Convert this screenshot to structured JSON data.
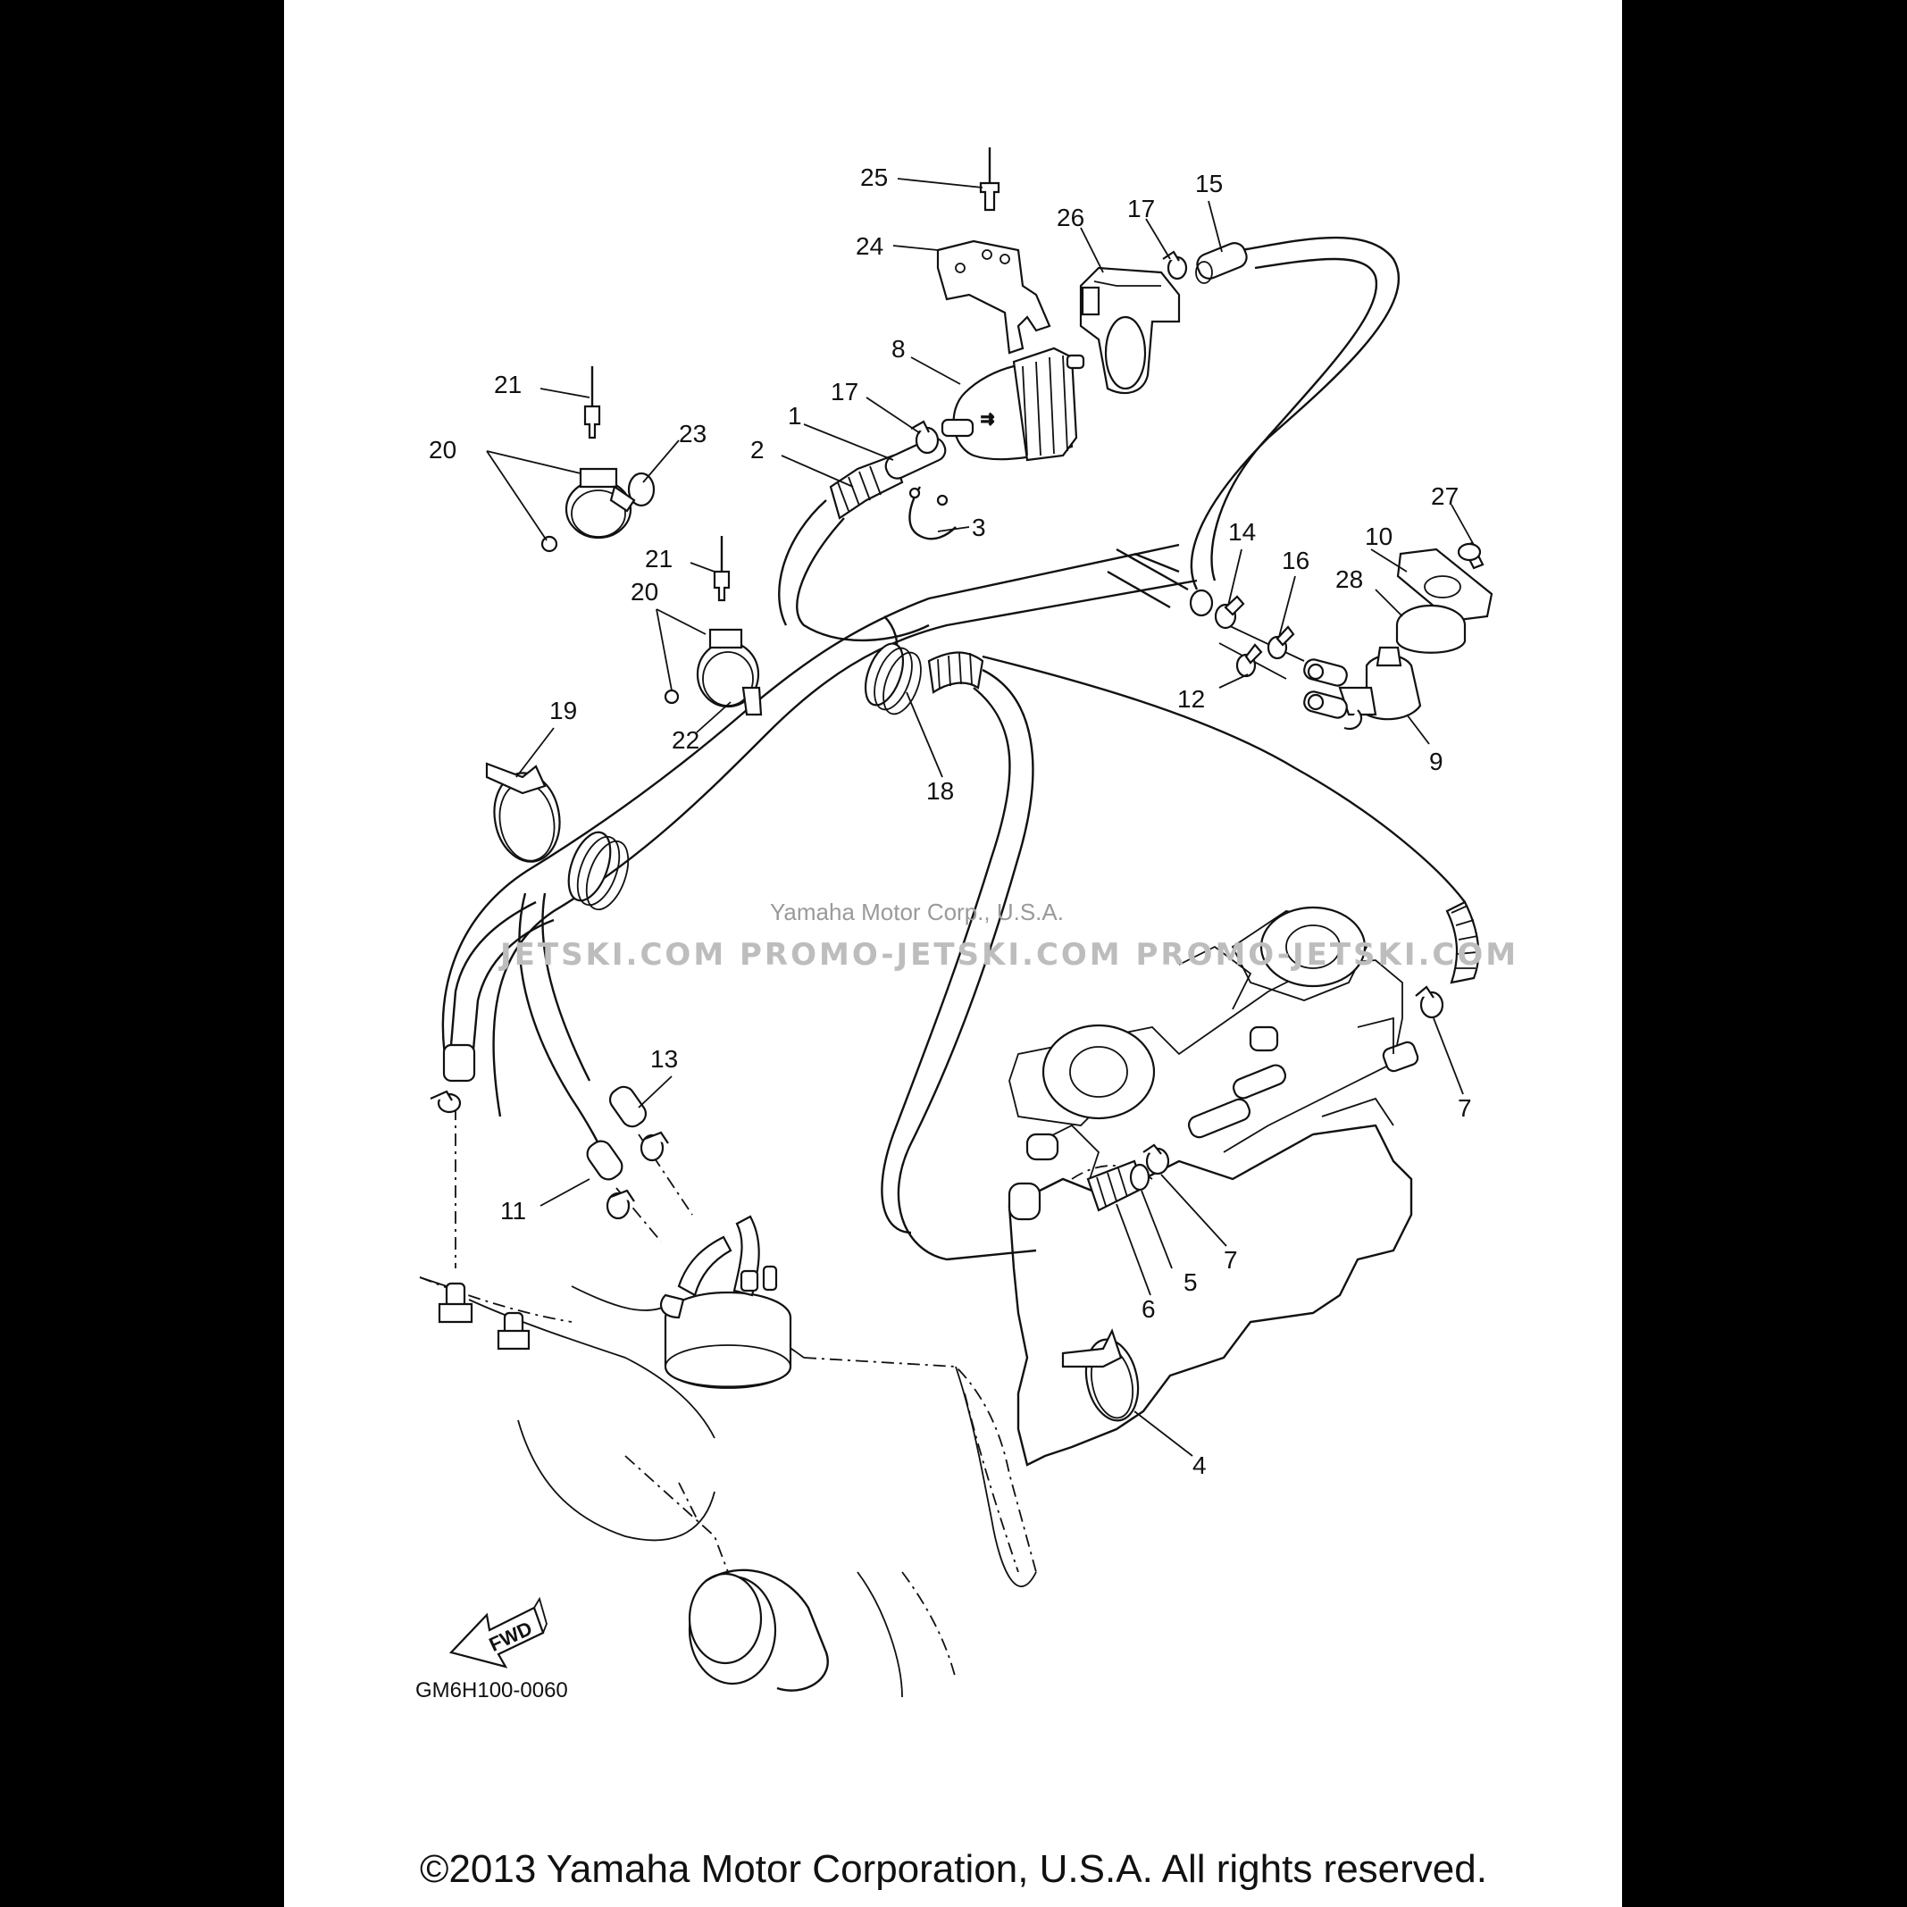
{
  "diagram": {
    "callouts": [
      {
        "id": "c25",
        "text": "25"
      },
      {
        "id": "c24",
        "text": "24"
      },
      {
        "id": "c26",
        "text": "26"
      },
      {
        "id": "c17a",
        "text": "17"
      },
      {
        "id": "c15",
        "text": "15"
      },
      {
        "id": "c8",
        "text": "8"
      },
      {
        "id": "c17b",
        "text": "17"
      },
      {
        "id": "c1",
        "text": "1"
      },
      {
        "id": "c2",
        "text": "2"
      },
      {
        "id": "c3",
        "text": "3"
      },
      {
        "id": "c21a",
        "text": "21"
      },
      {
        "id": "c20a",
        "text": "20"
      },
      {
        "id": "c23",
        "text": "23"
      },
      {
        "id": "c21b",
        "text": "21"
      },
      {
        "id": "c20b",
        "text": "20"
      },
      {
        "id": "c22",
        "text": "22"
      },
      {
        "id": "c19",
        "text": "19"
      },
      {
        "id": "c18",
        "text": "18"
      },
      {
        "id": "c14",
        "text": "14"
      },
      {
        "id": "c16",
        "text": "16"
      },
      {
        "id": "c27",
        "text": "27"
      },
      {
        "id": "c10",
        "text": "10"
      },
      {
        "id": "c28",
        "text": "28"
      },
      {
        "id": "c12",
        "text": "12"
      },
      {
        "id": "c9",
        "text": "9"
      },
      {
        "id": "c7a",
        "text": "7"
      },
      {
        "id": "c7b",
        "text": "7"
      },
      {
        "id": "c13",
        "text": "13"
      },
      {
        "id": "c11",
        "text": "11"
      },
      {
        "id": "c5",
        "text": "5"
      },
      {
        "id": "c6",
        "text": "6"
      },
      {
        "id": "c4",
        "text": "4"
      }
    ],
    "fwd_label": "FWD",
    "drawing_code": "GM6H100-0060",
    "watermark_main": "JETSKI.COM   PROMO-JETSKI.COM   PROMO-JETSKI.COM",
    "watermark_sub": "Yamaha Motor Corp., U.S.A."
  },
  "footer": {
    "copyright": "©2013 Yamaha Motor Corporation, U.S.A. All rights reserved."
  }
}
